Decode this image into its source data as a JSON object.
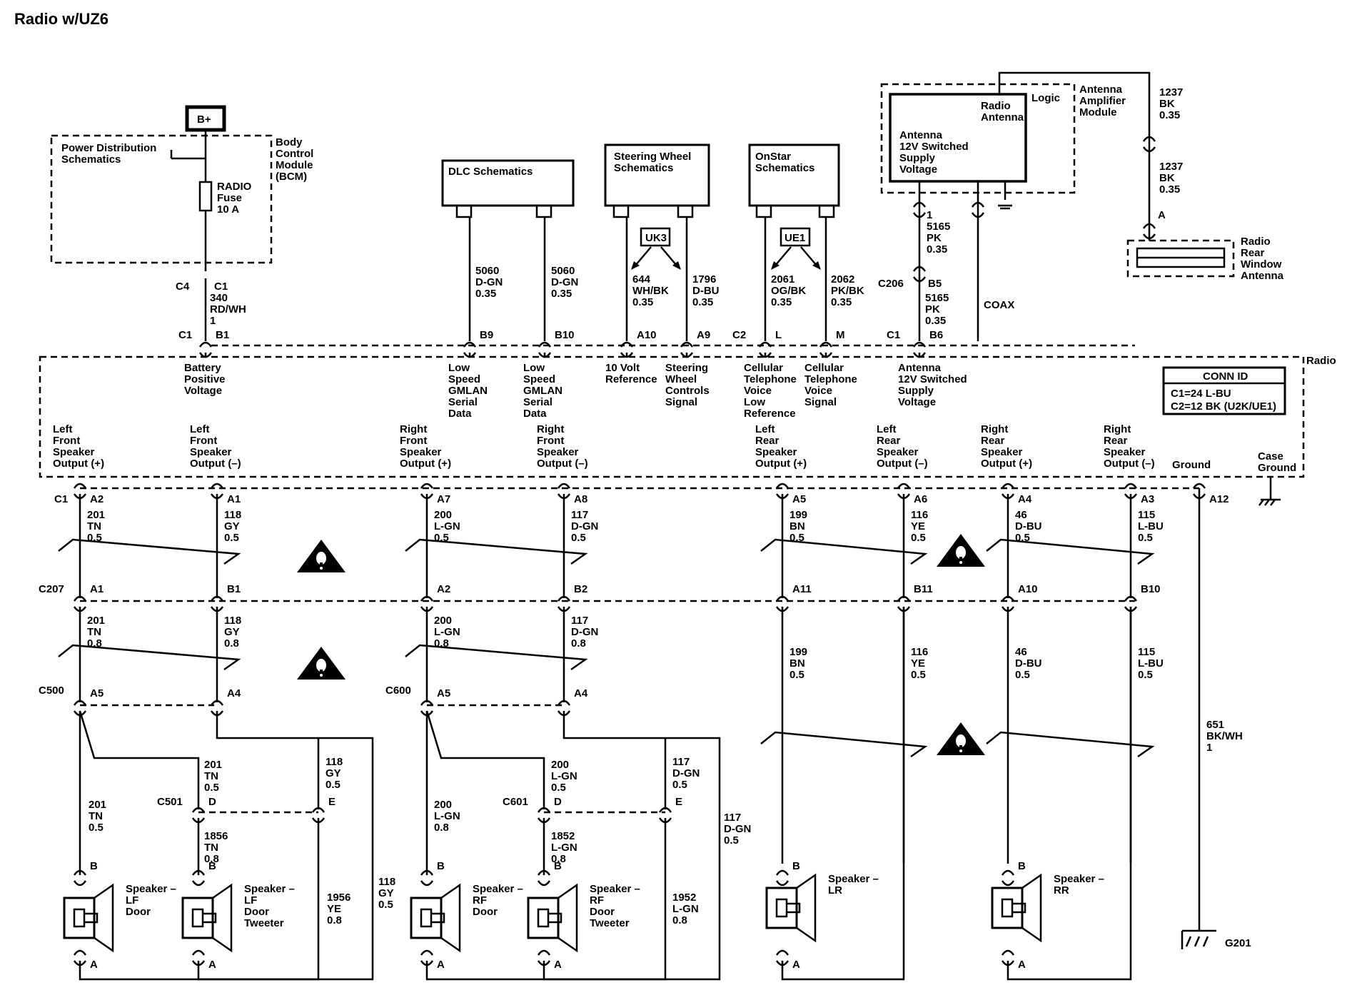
{
  "title": "Radio w/UZ6",
  "bplus": "B+",
  "bcm": {
    "name": [
      "Body",
      "Control",
      "Module",
      "(BCM)"
    ],
    "pds": [
      "Power Distribution",
      "Schematics"
    ],
    "fuse": [
      "RADIO",
      "Fuse",
      "10 A"
    ],
    "c4": "C4",
    "c1": "C1",
    "wire": [
      "340",
      "RD/WH",
      "1"
    ]
  },
  "schematics": {
    "dlc": "DLC Schematics",
    "steering": [
      "Steering Wheel",
      "Schematics"
    ],
    "onstar": [
      "OnStar",
      "Schematics"
    ],
    "uk3": "UK3",
    "ue1": "UE1"
  },
  "wires_top": {
    "dlc1": [
      "5060",
      "D-GN",
      "0.35"
    ],
    "dlc2": [
      "5060",
      "D-GN",
      "0.35"
    ],
    "sw1": [
      "644",
      "WH/BK",
      "0.35"
    ],
    "sw2": [
      "1796",
      "D-BU",
      "0.35"
    ],
    "os1": [
      "2061",
      "OG/BK",
      "0.35"
    ],
    "os2": [
      "2062",
      "PK/BK",
      "0.35"
    ],
    "ant_a": [
      "1",
      "5165",
      "PK",
      "0.35"
    ],
    "ant_b": [
      "5165",
      "PK",
      "0.35"
    ],
    "c206": "C206",
    "b5": "B5",
    "coax": "COAX",
    "ant1": [
      "1237",
      "BK",
      "0.35"
    ],
    "ant2": [
      "1237",
      "BK",
      "0.35"
    ],
    "a": "A"
  },
  "antenna": {
    "radio_antenna": [
      "Radio",
      "Antenna"
    ],
    "logic": "Logic",
    "amp": [
      "Antenna",
      "Amplifier",
      "Module"
    ],
    "supply": [
      "Antenna",
      "12V Switched",
      "Supply",
      "Voltage"
    ],
    "rear": [
      "Radio",
      "Rear",
      "Window",
      "Antenna"
    ]
  },
  "radio_pins_top": [
    {
      "conn": "C1",
      "pin": "B1",
      "label": [
        "Battery",
        "Positive",
        "Voltage"
      ]
    },
    {
      "conn": "",
      "pin": "B9",
      "label": [
        "Low",
        "Speed",
        "GMLAN",
        "Serial",
        "Data"
      ]
    },
    {
      "conn": "",
      "pin": "B10",
      "label": [
        "Low",
        "Speed",
        "GMLAN",
        "Serial",
        "Data"
      ]
    },
    {
      "conn": "",
      "pin": "A10",
      "label": [
        "10 Volt",
        "Reference"
      ]
    },
    {
      "conn": "",
      "pin": "A9",
      "label": [
        "Steering",
        "Wheel",
        "Controls",
        "Signal"
      ]
    },
    {
      "conn": "C2",
      "pin": "L",
      "label": [
        "Cellular",
        "Telephone",
        "Voice",
        "Low",
        "Reference"
      ]
    },
    {
      "conn": "",
      "pin": "M",
      "label": [
        "Cellular",
        "Telephone",
        "Voice",
        "Signal"
      ]
    },
    {
      "conn": "C1",
      "pin": "B6",
      "label": [
        "Antenna",
        "12V Switched",
        "Supply",
        "Voltage"
      ]
    }
  ],
  "radio": {
    "name": "Radio",
    "conn_id_title": "CONN ID",
    "conn_id": [
      "C1=24 L-BU",
      "C2=12 BK (U2K/UE1)"
    ],
    "case_ground": [
      "Case",
      "Ground"
    ]
  },
  "outputs": [
    {
      "label": [
        "Left",
        "Front",
        "Speaker",
        "Output (+)"
      ],
      "pin": "A2",
      "wire": [
        "201",
        "TN",
        "0.5"
      ],
      "c207": "A1",
      "wire2": [
        "201",
        "TN",
        "0.8"
      ],
      "c500": "A5"
    },
    {
      "label": [
        "Left",
        "Front",
        "Speaker",
        "Output (–)"
      ],
      "pin": "A1",
      "wire": [
        "118",
        "GY",
        "0.5"
      ],
      "c207": "B1",
      "wire2": [
        "118",
        "GY",
        "0.8"
      ],
      "c500": "A4"
    },
    {
      "label": [
        "Right",
        "Front",
        "Speaker",
        "Output (+)"
      ],
      "pin": "A7",
      "wire": [
        "200",
        "L-GN",
        "0.5"
      ],
      "c207": "A2",
      "wire2": [
        "200",
        "L-GN",
        "0.8"
      ],
      "c500": "A5"
    },
    {
      "label": [
        "Right",
        "Front",
        "Speaker",
        "Output (–)"
      ],
      "pin": "A8",
      "wire": [
        "117",
        "D-GN",
        "0.5"
      ],
      "c207": "B2",
      "wire2": [
        "117",
        "D-GN",
        "0.8"
      ],
      "c500": "A4"
    },
    {
      "label": [
        "Left",
        "Rear",
        "Speaker",
        "Output (+)"
      ],
      "pin": "A5",
      "wire": [
        "199",
        "BN",
        "0.5"
      ],
      "c207": "A11",
      "wire2": [
        "199",
        "BN",
        "0.5"
      ]
    },
    {
      "label": [
        "Left",
        "Rear",
        "Speaker",
        "Output (–)"
      ],
      "pin": "A6",
      "wire": [
        "116",
        "YE",
        "0.5"
      ],
      "c207": "B11",
      "wire2": [
        "116",
        "YE",
        "0.5"
      ]
    },
    {
      "label": [
        "Right",
        "Rear",
        "Speaker",
        "Output (+)"
      ],
      "pin": "A4",
      "wire": [
        "46",
        "D-BU",
        "0.5"
      ],
      "c207": "A10",
      "wire2": [
        "46",
        "D-BU",
        "0.5"
      ]
    },
    {
      "label": [
        "Right",
        "Rear",
        "Speaker",
        "Output (–)"
      ],
      "pin": "A3",
      "wire": [
        "115",
        "L-BU",
        "0.5"
      ],
      "c207": "B10",
      "wire2": [
        "115",
        "L-BU",
        "0.5"
      ]
    },
    {
      "label": [
        "Ground"
      ],
      "pin": "A12",
      "wire": [
        "651",
        "BK/WH",
        "1"
      ]
    }
  ],
  "connectors": {
    "c1": "C1",
    "c207": "C207",
    "c500": "C500",
    "c600": "C600",
    "c501": "C501",
    "c601": "C601",
    "d": "D",
    "e": "E",
    "a": "A",
    "b": "B",
    "g201": "G201"
  },
  "lower_wires": {
    "lf_a": [
      "201",
      "TN",
      "0.5"
    ],
    "lf_b": [
      "201",
      "TN",
      "0.5"
    ],
    "lf_c": [
      "118",
      "GY",
      "0.5"
    ],
    "lf_d": [
      "1856",
      "TN",
      "0.8"
    ],
    "lf_e": [
      "1956",
      "YE",
      "0.8"
    ],
    "lf_f": [
      "118",
      "GY",
      "0.5"
    ],
    "rf_a": [
      "200",
      "L-GN",
      "0.8"
    ],
    "rf_b": [
      "200",
      "L-GN",
      "0.5"
    ],
    "rf_c": [
      "117",
      "D-GN",
      "0.5"
    ],
    "rf_d": [
      "1852",
      "L-GN",
      "0.8"
    ],
    "rf_e": [
      "1952",
      "L-GN",
      "0.8"
    ],
    "rf_f": [
      "117",
      "D-GN",
      "0.5"
    ]
  },
  "speakers": {
    "lf_door": [
      "Speaker –",
      "LF",
      "Door"
    ],
    "lf_tweeter": [
      "Speaker –",
      "LF",
      "Door",
      "Tweeter"
    ],
    "rf_door": [
      "Speaker –",
      "RF",
      "Door"
    ],
    "rf_tweeter": [
      "Speaker –",
      "RF",
      "Door",
      "Tweeter"
    ],
    "lr": [
      "Speaker –",
      "LR"
    ],
    "rr": [
      "Speaker –",
      "RR"
    ]
  }
}
